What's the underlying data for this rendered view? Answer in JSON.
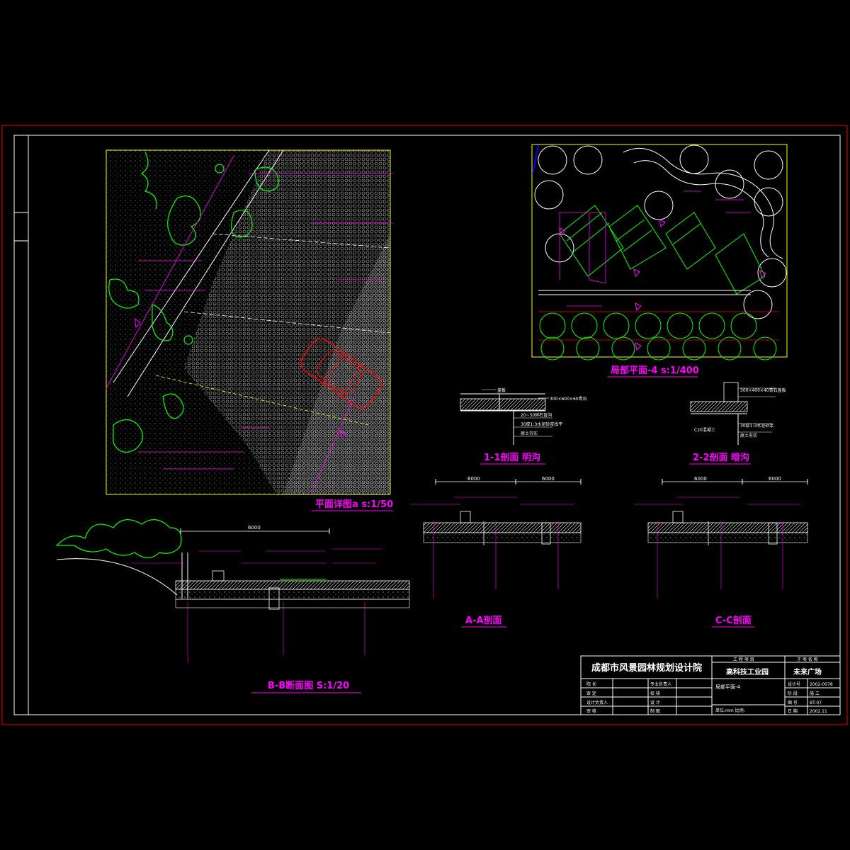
{
  "titles": {
    "plan_detail": "平面详图a  s:1/50",
    "partial_plan": "局部平面-4  s:1/400",
    "section_1_1": "1-1剖面  明沟",
    "section_2_2": "2-2剖面  暗沟",
    "section_aa": "A-A剖面",
    "section_cc": "C-C剖面",
    "section_bb": "B-B断面图  S:1/20"
  },
  "title_block": {
    "institute": "成都市风景园林规划设计院",
    "project_header": "工 程 项 目",
    "project_name": "高科技工业园",
    "subproject_header": "子 项 名 称",
    "subproject_name": "未来广场",
    "drawing_name": "局部平面-4",
    "scale_text": "单位:mm   比例:",
    "rows": [
      {
        "a": "院    长",
        "b": "专业负责人"
      },
      {
        "a": "审    定",
        "b": "校    核"
      },
      {
        "a": "设计负责人",
        "b": "设    计"
      },
      {
        "a": "审    核",
        "b": "制    图"
      }
    ],
    "right_rows": [
      {
        "k": "设计号",
        "v": "2002-0078"
      },
      {
        "k": "阶    段",
        "v": "施 工"
      },
      {
        "k": "图    号",
        "v": "BT-07"
      },
      {
        "k": "日    期",
        "v": "2002.11"
      }
    ]
  },
  "section_1_1_notes": [
    "盖板",
    "300×600×60青石",
    "20~50碎石盲沟",
    "30厚1:3水泥砂浆找平",
    "原土夯实"
  ],
  "section_2_2_notes": [
    "300×400×40青石盖板",
    "C20混凝土",
    "30厚1:3水泥砂浆",
    "原土夯实"
  ],
  "dimensions": {
    "aa_left": "6000",
    "aa_right": "6000",
    "cc_left": "6000",
    "cc_right": "6000",
    "bb": "6000"
  },
  "colors": {
    "frame_red": "#cc0000",
    "label_magenta": "#ff00ff",
    "title_yellow": "#ffff00",
    "veg_green": "#00ff00",
    "car_red": "#ff0000"
  }
}
